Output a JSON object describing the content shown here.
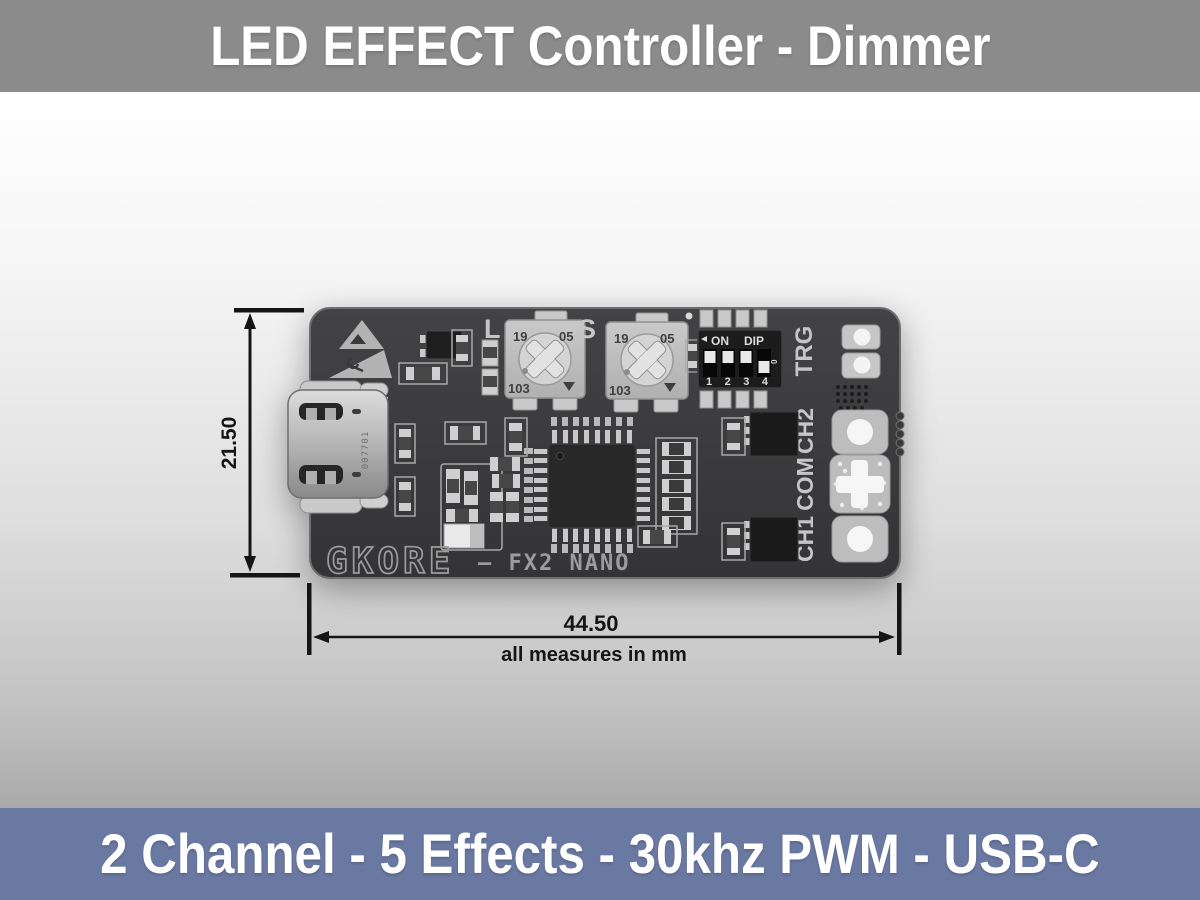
{
  "header": {
    "title": "LED EFFECT Controller - Dimmer"
  },
  "footer": {
    "title": "2 Channel - 5 Effects - 30khz PWM - USB-C"
  },
  "colors": {
    "header_bg": "#8B8B8B",
    "footer_bg": "#6A79A2",
    "banner_text": "#FFFFFF",
    "pcb_board": "#3B3B3D",
    "silkscreen": "#C6C6C6",
    "dimension_lines": "#151515"
  },
  "dimensions": {
    "height_mm": "21.50",
    "width_mm": "44.50",
    "note": "all measures in mm"
  },
  "pcb": {
    "silkscreen_brand": "GKORE",
    "silkscreen_model": "– FX2 NANO",
    "label_l": "L",
    "label_s": "S",
    "pot_marking_19": "19",
    "pot_marking_05": "05",
    "pot_marking_103": "103",
    "dip_on": "ON",
    "dip_label": "DIP",
    "dip_numbers": "1 2 3 4",
    "dip_side_marking": "0",
    "pad_trg": "TRG",
    "pad_ch2": "CH2",
    "pad_com": "COM",
    "pad_ch1": "CH1",
    "usb_marking": "007701"
  }
}
